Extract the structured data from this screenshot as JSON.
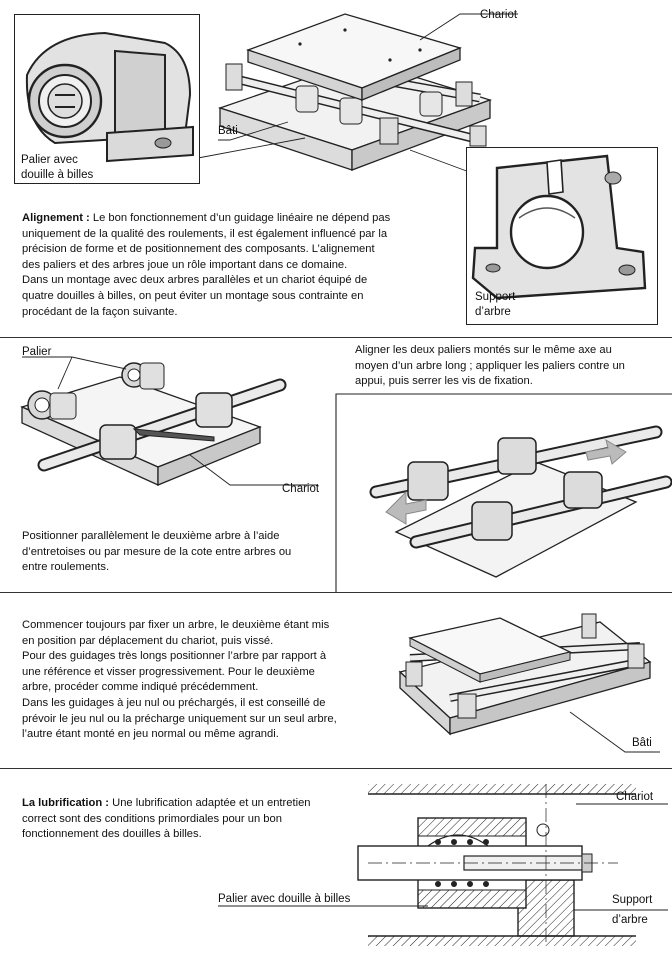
{
  "section1": {
    "label_chariot": "Chariot",
    "label_bati": "Bâti",
    "label_palier": "Palier avec douille à billes",
    "label_palier_l1": "Palier avec",
    "label_palier_l2": "douille à billes",
    "label_support_l1": "Support",
    "label_support_l2": "d’arbre",
    "alignement_title": "Alignement :",
    "alignement_text": " Le bon fonctionnement d’un guidage linéaire ne dépend pas uniquement de la qualité des roulements, il est également influencé par la précision de forme et de positionnement des composants. L’alignement des paliers et des arbres joue un rôle important dans ce domaine.",
    "montage_text": "Dans un montage avec deux arbres parallèles et un chariot équipé de quatre douilles à billes, on peut éviter un montage sous contrainte en procédant de la façon suivante."
  },
  "section2": {
    "label_palier": "Palier",
    "label_chariot": "Chariot",
    "aligner_text": "Aligner les deux paliers montés sur le même axe au moyen d’un arbre long ; appliquer les paliers contre un appui, puis serrer les vis de fixation.",
    "positionner_text": "Positionner parallèlement le deuxième arbre à l’aide d’entretoises ou par mesure de la cote entre arbres ou entre roulements."
  },
  "section3": {
    "text1": "Commencer toujours par fixer un arbre, le deuxième étant mis en position par déplacement du chariot, puis vissé.",
    "text2": "Pour des guidages très longs positionner l’arbre par rapport à une référence et visser progressivement. Pour le deuxième arbre, procéder comme indiqué précédemment.",
    "text3": "Dans les guidages à jeu nul ou préchargés, il est conseillé de prévoir le jeu nul ou la précharge uniquement sur un seul arbre, l’autre étant monté en jeu normal ou même agrandi.",
    "label_bati": "Bâti"
  },
  "section4": {
    "lub_title": "La lubrification :",
    "lub_text": " Une lubrification adaptée et un entretien correct sont des conditions primordiales pour un bon fonctionnement des douilles à billes.",
    "label_chariot": "Chariot",
    "label_palier": "Palier avec douille à billes",
    "label_support_l1": "Support",
    "label_support_l2": "d’arbre"
  }
}
